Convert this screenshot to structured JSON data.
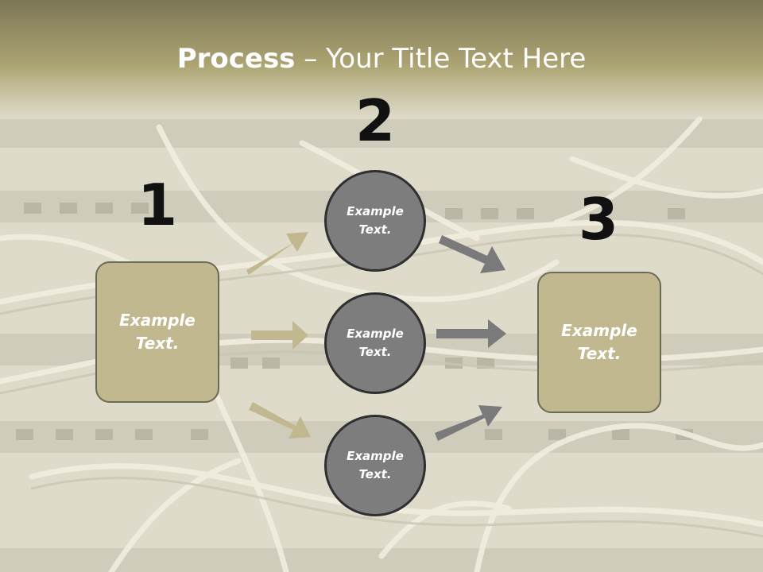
{
  "title": {
    "bold": "Process",
    "rest": " – Your Title Text Here"
  },
  "steps": {
    "one": "1",
    "two": "2",
    "three": "3"
  },
  "left_box": "Example\nText.",
  "right_box": "Example\nText.",
  "circles": [
    "Example\nText.",
    "Example\nText.",
    "Example\nText."
  ],
  "colors": {
    "banner": "#aea675",
    "box_fill": "#c1b88f",
    "circle_fill": "#7d7d7d",
    "arrow_tan": "#c1b88f",
    "arrow_gray": "#7a7a7a"
  }
}
